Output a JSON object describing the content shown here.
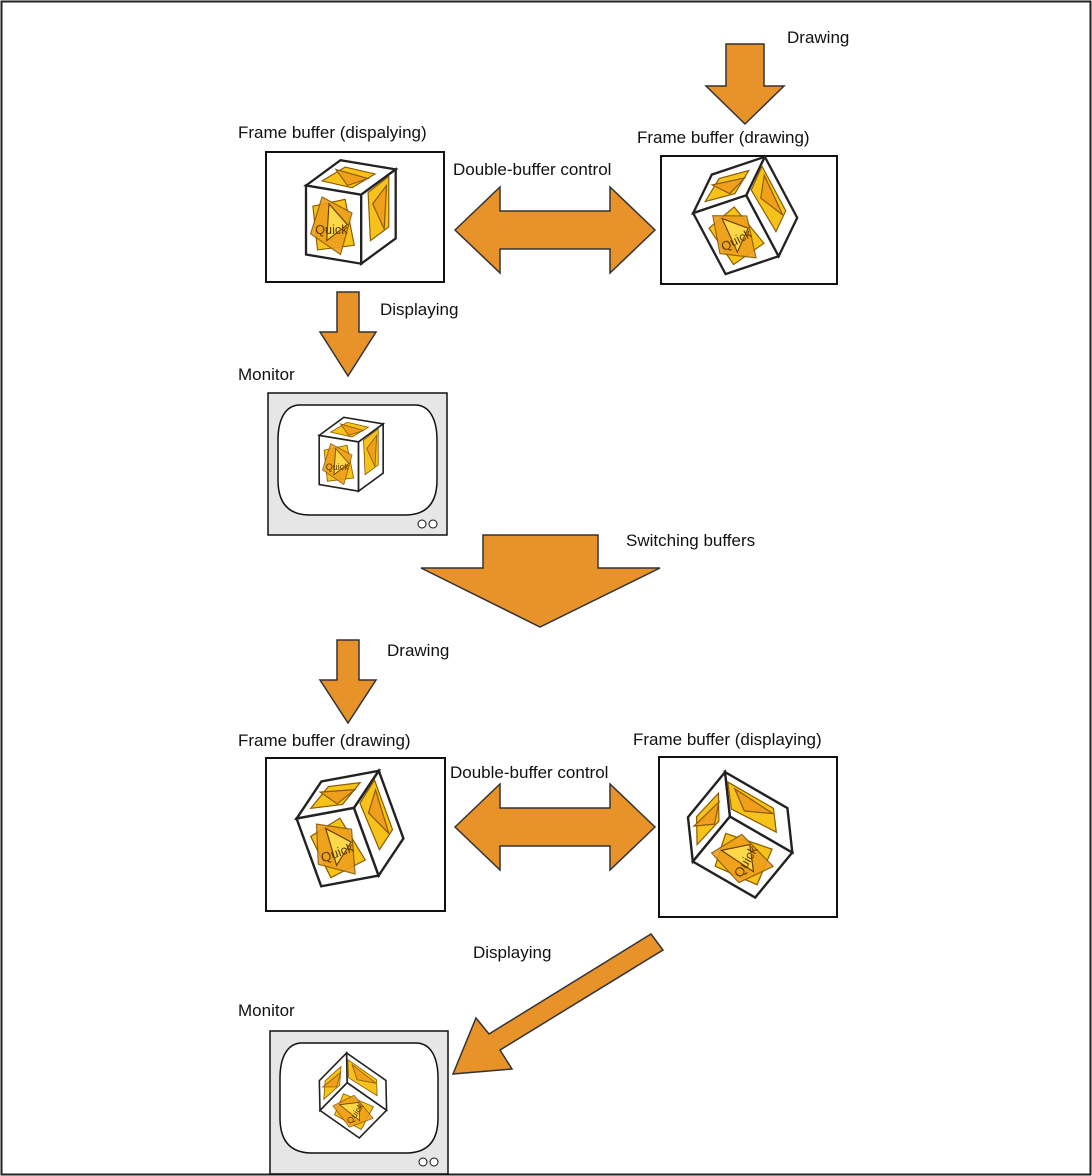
{
  "colors": {
    "arrow_fill": "#e8922a",
    "arrow_stroke": "#333333",
    "cube_face_fill": "#f7c21a",
    "cube_sheet_fill": "#ef9f1c",
    "monitor_fill": "#e6e6e6"
  },
  "labels": {
    "drawing_top": "Drawing",
    "fb_displaying_top": "Frame buffer (dispalying)",
    "fb_drawing_top": "Frame buffer (drawing)",
    "double_buffer_top": "Double-buffer control",
    "displaying_top": "Displaying",
    "monitor_top": "Monitor",
    "switching": "Switching buffers",
    "drawing_bottom": "Drawing",
    "fb_drawing_bottom": "Frame buffer (drawing)",
    "fb_displaying_bottom": "Frame buffer (displaying)",
    "double_buffer_bottom": "Double-buffer control",
    "displaying_bottom": "Displaying",
    "monitor_bottom": "Monitor"
  },
  "cube_text": "Quick"
}
